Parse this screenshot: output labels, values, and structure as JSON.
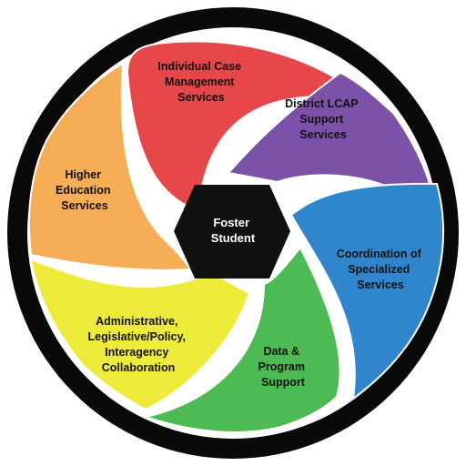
{
  "title": "Foster Youth Services Coordinating Program",
  "center": {
    "lines": [
      "Foster",
      "Student"
    ],
    "color": "#111111"
  },
  "ring_color": "#0a0a0a",
  "segments": [
    {
      "name": "individual-case-management",
      "lines": [
        "Individual Case",
        "Management",
        "Services"
      ],
      "color": "#e8474a"
    },
    {
      "name": "district-lcap-support",
      "lines": [
        "District LCAP",
        "Support",
        "Services"
      ],
      "color": "#7b52a8"
    },
    {
      "name": "coordination-specialized",
      "lines": [
        "Coordination of",
        "Specialized",
        "Services"
      ],
      "color": "#2f86cc"
    },
    {
      "name": "data-program-support",
      "lines": [
        "Data &",
        "Program",
        "Support"
      ],
      "color": "#4cbb53"
    },
    {
      "name": "administrative-legislative",
      "lines": [
        "Administrative,",
        "Legislative/Policy,",
        "Interagency",
        "Collaboration"
      ],
      "color": "#eeea3a"
    },
    {
      "name": "higher-education",
      "lines": [
        "Higher",
        "Education",
        "Services"
      ],
      "color": "#f5ae55"
    }
  ]
}
